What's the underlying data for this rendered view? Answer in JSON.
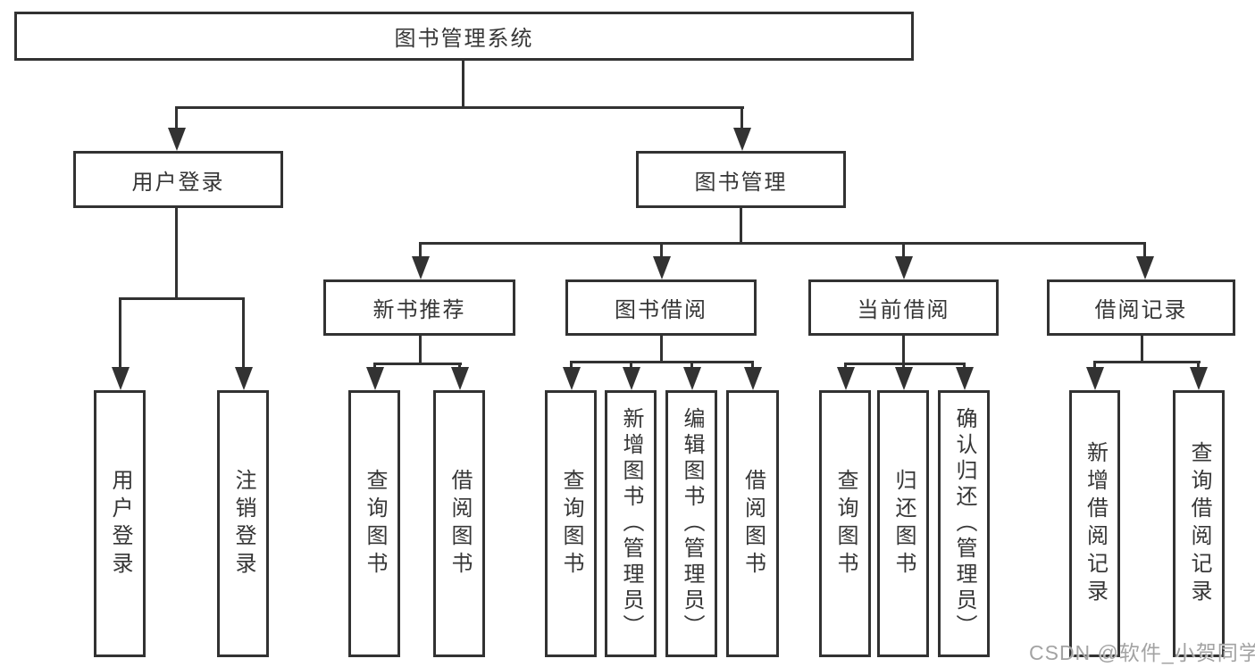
{
  "title": "图书管理系统",
  "nodes": {
    "user_login": "用户登录",
    "book_management": "图书管理",
    "new_book_recommend": "新书推荐",
    "book_borrowing": "图书借阅",
    "current_borrowing": "当前借阅",
    "borrowing_records": "借阅记录",
    "leaf_user_login": "用户登录",
    "leaf_logout_login": "注销登录",
    "leaf_query_books_recommend": "查询图书",
    "leaf_borrow_books_recommend": "借阅图书",
    "leaf_query_books_borrowing": "查询图书",
    "leaf_add_books_admin": "新增图书（管理员）",
    "leaf_edit_books_admin": "编辑图书（管理员）",
    "leaf_borrow_books_borrowing": "借阅图书",
    "leaf_query_books_current": "查询图书",
    "leaf_return_books": "归还图书",
    "leaf_confirm_return_admin": "确认归还（管理员）",
    "leaf_add_borrow_record": "新增借阅记录",
    "leaf_query_borrow_record": "查询借阅记录"
  },
  "watermark": "CSDN @软件_小贺同学",
  "colors": {
    "line": "#323232",
    "text": "#363636",
    "background": "#ffffff",
    "watermark": "#a3a3a3"
  }
}
